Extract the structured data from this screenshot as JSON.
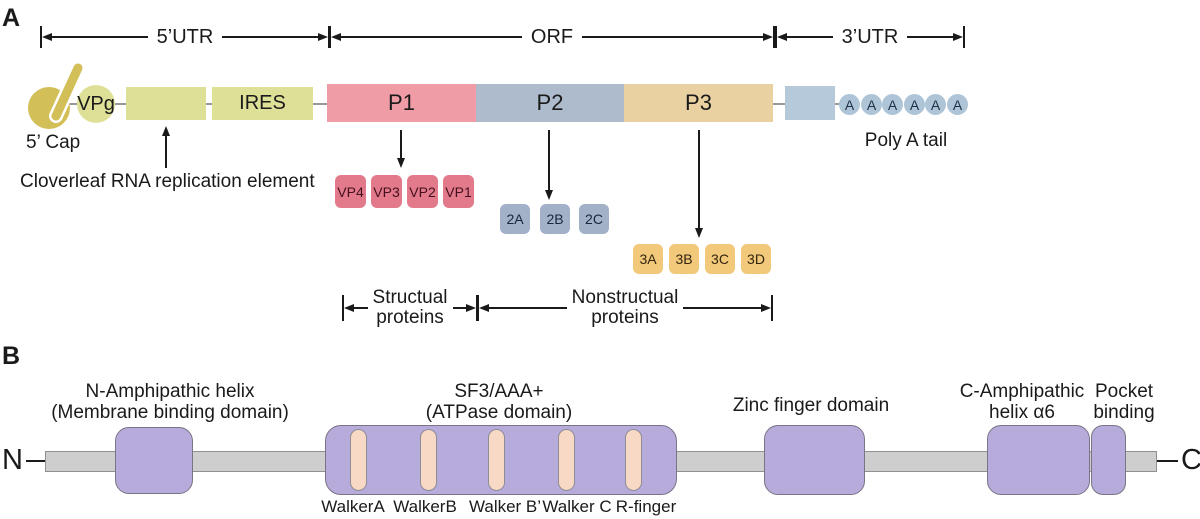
{
  "colors": {
    "line": "#1a1a1a",
    "backbone_gray": "#999999",
    "cap_yellow": "#d2bf57",
    "utr_yellow": "#dfe098",
    "p1_pink": "#f09ca6",
    "p2_blue": "#aebbcd",
    "p3_tan": "#e9d1a2",
    "utr3_blue": "#b5c9da",
    "polya_blue": "#aec5d8",
    "vp_red": "#e27a8b",
    "vp_text": "#45101d",
    "p2_product_blue": "#a2b0c8",
    "p2_product_text": "#1a2639",
    "p3_product_yellow": "#f2c87a",
    "p3_product_text": "#33250e",
    "domain_purple": "#b7abdc",
    "domain_border": "#7b7484",
    "stripe_pink": "#f8d9c6",
    "stripe_border": "#8d8d95",
    "bar_gray": "#cecece",
    "bar_border": "#909090"
  },
  "panel_a": {
    "label": "A",
    "spans": [
      {
        "label": "5’UTR"
      },
      {
        "label": "ORF"
      },
      {
        "label": "3’UTR"
      }
    ],
    "genome": {
      "cap_label": "5’ Cap",
      "vpg_label": "VPg",
      "ires_label": "IRES",
      "p1_label": "P1",
      "p2_label": "P2",
      "p3_label": "P3",
      "polya_letters": [
        "A",
        "A",
        "A",
        "A",
        "A",
        "A"
      ],
      "polya_label": "Poly A tail",
      "cloverleaf_label": "Cloverleaf RNA replication element"
    },
    "p1_products": [
      "VP4",
      "VP3",
      "VP2",
      "VP1"
    ],
    "p2_products": [
      "2A",
      "2B",
      "2C"
    ],
    "p3_products": [
      "3A",
      "3B",
      "3C",
      "3D"
    ],
    "structural": {
      "line1": "Structual",
      "line2": "proteins"
    },
    "nonstructural": {
      "line1": "Nonstructual",
      "line2": "proteins"
    }
  },
  "panel_b": {
    "label": "B",
    "n_terminus": "N",
    "c_terminus": "C",
    "labels": {
      "n_amphipathic_1": "N-Amphipathic helix",
      "n_amphipathic_2": "(Membrane binding domain)",
      "sf3_1": "SF3/AAA+",
      "sf3_2": "(ATPase domain)",
      "zinc": "Zinc finger domain",
      "c_amphipathic_1": "C-Amphipathic",
      "c_amphipathic_2": "helix  α6",
      "pocket_1": "Pocket",
      "pocket_2": "binding"
    },
    "motifs": [
      "WalkerA",
      "WalkerB",
      "Walker B’",
      "Walker C",
      "R-finger"
    ]
  }
}
